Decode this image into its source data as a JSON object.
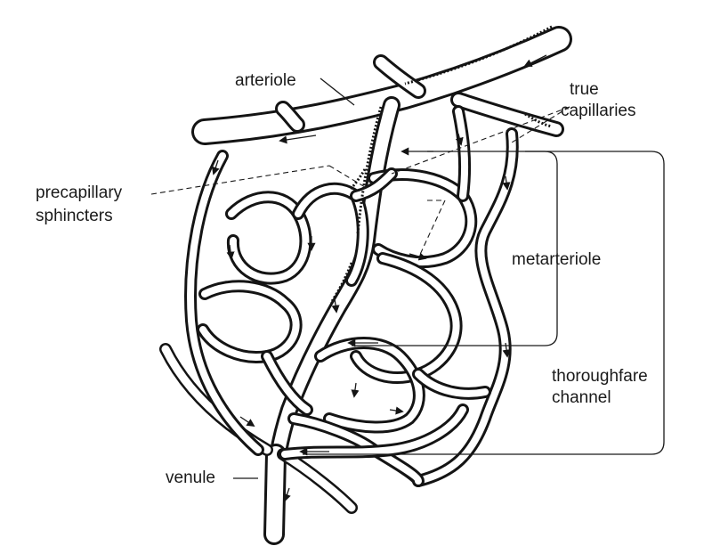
{
  "labels": {
    "arteriole": "arteriole",
    "true_capillaries_1": "true",
    "true_capillaries_2": "capillaries",
    "precapillary_1": "precapillary",
    "precapillary_2": "sphincters",
    "metarteriole": "metarteriole",
    "thoroughfare_1": "thoroughfare",
    "thoroughfare_2": "channel",
    "venule": "venule"
  },
  "colors": {
    "ink": "#141414",
    "background": "#ffffff"
  }
}
